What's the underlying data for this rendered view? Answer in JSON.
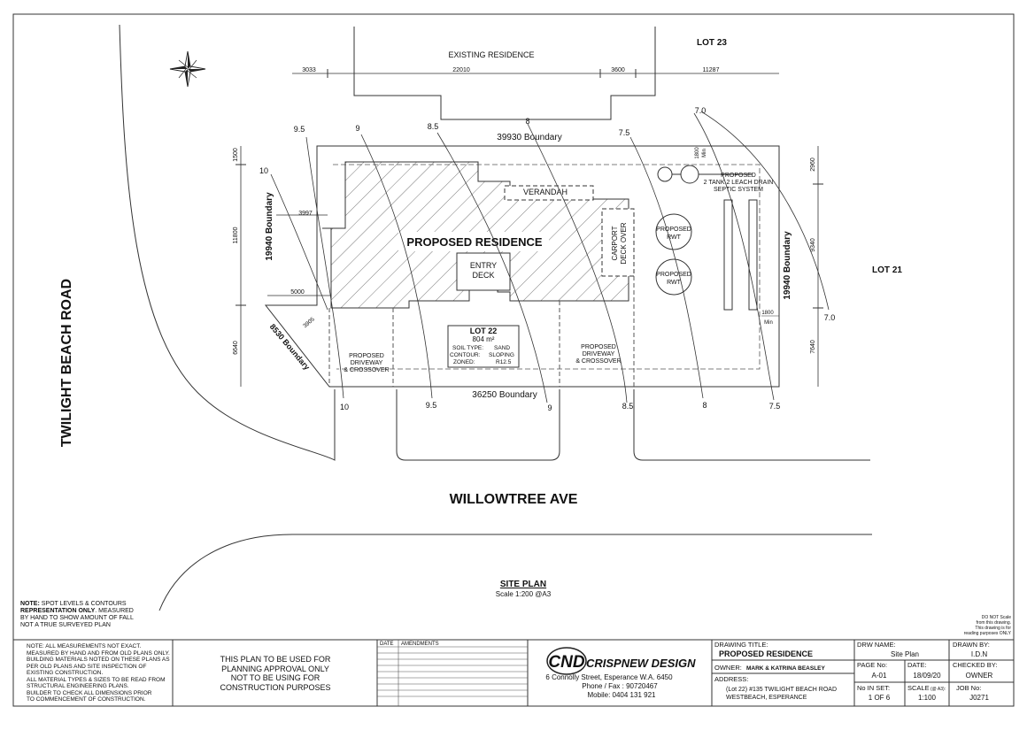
{
  "labels": {
    "existing_residence": "EXISTING RESIDENCE",
    "lot23": "LOT 23",
    "lot21": "LOT 21",
    "lot22": "LOT 22",
    "lot22_area": "804 m²",
    "soil_type_label": "SOIL TYPE:",
    "soil_type_value": "SAND",
    "contour_label": "CONTOUR:",
    "contour_value": "SLOPING",
    "zoned_label": "ZONED:",
    "zoned_value": "R12.5",
    "proposed_residence": "PROPOSED RESIDENCE",
    "verandah": "VERANDAH",
    "entry_deck_1": "ENTRY",
    "entry_deck_2": "DECK",
    "carport_1": "CARPORT",
    "carport_2": "DECK OVER",
    "rwt1_1": "PROPOSED",
    "rwt1_2": "RWT",
    "rwt2_1": "PROPOSED",
    "rwt2_2": "RWT",
    "septic_1": "PROPOSED",
    "septic_2": "2 TANK 2 LEACH DRAIN",
    "septic_3": "SEPTIC SYSTEM",
    "driveway_left_1": "PROPOSED",
    "driveway_left_2": "DRIVEWAY",
    "driveway_left_3": "& CROSSOVER",
    "driveway_right_1": "PROPOSED",
    "driveway_right_2": "DRIVEWAY",
    "driveway_right_3": "& CROSSOVER",
    "boundary_top": "39930 Boundary",
    "boundary_bottom": "36250 Boundary",
    "boundary_left": "19940 Boundary",
    "boundary_right": "19940 Boundary",
    "boundary_corner": "8530 Boundary",
    "road_left": "TWILIGHT  BEACH  ROAD",
    "road_bottom": "WILLOWTREE AVE",
    "site_plan_title": "SITE PLAN",
    "site_plan_scale": "Scale 1:200 @A3"
  },
  "dimensions": {
    "d3033": "3033",
    "d22010": "22010",
    "d3600": "3600",
    "d11287": "11287",
    "d1500": "1500",
    "d11800": "11800",
    "d6640": "6640",
    "d3997": "3997",
    "d5000": "5000",
    "d3905": "3905",
    "d2960": "2960",
    "d9340": "9340",
    "d7640": "7640",
    "d1800a": "1800",
    "mina": "Min",
    "d1800b": "1800",
    "minb": "Min"
  },
  "contours": {
    "top": [
      "9.5",
      "9",
      "8.5",
      "8",
      "7.5",
      "7.0"
    ],
    "left": "10",
    "right": "7.0",
    "bottom": [
      "10",
      "9.5",
      "9",
      "8.5",
      "8",
      "7.5"
    ]
  },
  "notes": {
    "spot_levels": [
      {
        "bold": "NOTE:",
        "text": " SPOT LEVELS & CONTOURS"
      },
      {
        "bold": "REPRESENTATION ONLY",
        "text": ". MEASURED"
      },
      {
        "bold": "",
        "text": "BY HAND TO SHOW AMOUNT OF FALL"
      },
      {
        "bold": "",
        "text": "NOT A TRUE SURVEYED PLAN"
      }
    ],
    "do_not_scale": [
      "DO NOT Scale",
      "from this drawing.",
      "This drawing is for",
      "reading purposes ONLY"
    ],
    "measurements": [
      "NOTE: ALL MEASUREMENTS NOT EXACT.",
      "MEASURED BY HAND AND FROM OLD PLANS ONLY.",
      "BUILDING MATERIALS NOTED ON THESE PLANS AS",
      "PER OLD PLANS AND SITE INSPECTION OF",
      "EXISTING CONSTRUCTION.",
      "ALL MATERIAL TYPES & SIZES TO BE READ FROM",
      "STRUCTURAL ENGINEERING PLANS.",
      "BUILDER TO CHECK ALL DIMENSIONS PRIOR",
      "TO COMMENCEMENT OF CONSTRUCTION."
    ],
    "planning": [
      "THIS PLAN TO BE USED FOR",
      "PLANNING APPROVAL ONLY",
      "NOT TO BE USING FOR",
      "CONSTRUCTION PURPOSES"
    ]
  },
  "amendments": {
    "date_header": "DATE",
    "amend_header": "AMENDMENTS"
  },
  "company": {
    "logo": "CND",
    "name": "CRISPNEW DESIGN",
    "address": "6 Connolly Street, Esperance W.A. 6450",
    "phone": "Phone / Fax : 90720467",
    "mobile": "Mobile: 0404 131 921"
  },
  "titleblock": {
    "drawing_title_label": "DRAWING TITLE:",
    "drawing_title": "PROPOSED RESIDENCE",
    "owner_label": "OWNER:",
    "owner": "MARK & KATRINA BEASLEY",
    "address_label": "ADDRESS:",
    "address_1": "(Lot 22)  #135 TWILIGHT BEACH ROAD",
    "address_2": "WESTBEACH, ESPERANCE",
    "drw_name_label": "DRW NAME:",
    "drw_name": "Site Plan",
    "drawn_by_label": "DRAWN BY:",
    "drawn_by": "I.D.N",
    "page_no_label": "PAGE No:",
    "page_no": "A-01",
    "date_label": "DATE:",
    "date": "18/09/20",
    "checked_by_label": "CHECKED BY:",
    "checked_by": "OWNER",
    "no_in_set_label": "No IN SET:",
    "no_in_set": "1 OF 6",
    "scale_label": "SCALE",
    "scale_sub": "(@ A3):",
    "scale": "1:100",
    "job_no_label": "JOB No:",
    "job_no": "J0271"
  }
}
